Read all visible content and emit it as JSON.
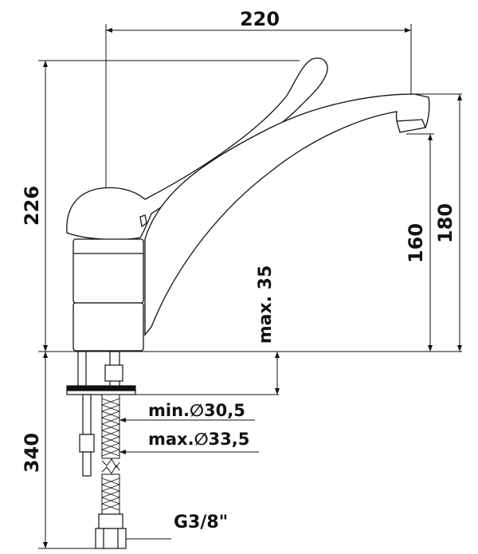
{
  "dimensions": {
    "width_top": "220",
    "height_overall": "226",
    "spout_height_inner": "160",
    "spout_height_outer": "180",
    "max_thickness": "max. 35",
    "hole_min": "min.∅30,5",
    "hole_max": "max.∅33,5",
    "hose_length": "340",
    "thread": "G3/8\""
  },
  "colors": {
    "line": "#111111",
    "background": "#ffffff"
  }
}
